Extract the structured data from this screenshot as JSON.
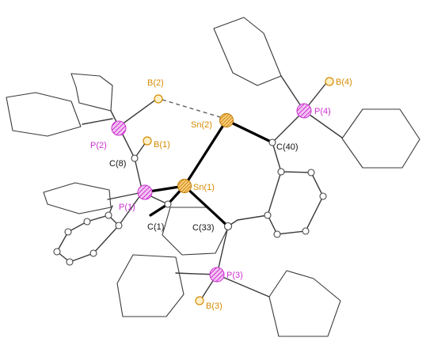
{
  "labels": {
    "B2": "B(2)",
    "B4": "B(4)",
    "Sn2": "Sn(2)",
    "P4": "P(4)",
    "P2": "P(2)",
    "B1": "B(1)",
    "C40": "C(40)",
    "C8": "C(8)",
    "Sn1": "Sn(1)",
    "P1": "P(1)",
    "C1": "C(1)",
    "C33": "C(33)",
    "P3": "P(3)",
    "B3": "B(3)"
  },
  "colors": {
    "phosphorus": "#cc2fd0",
    "boron": "#d58a00",
    "tin": "#d58a00",
    "carbon": "#ffffff",
    "bond": "#3a3a3a",
    "heavy_bond": "#000000"
  }
}
